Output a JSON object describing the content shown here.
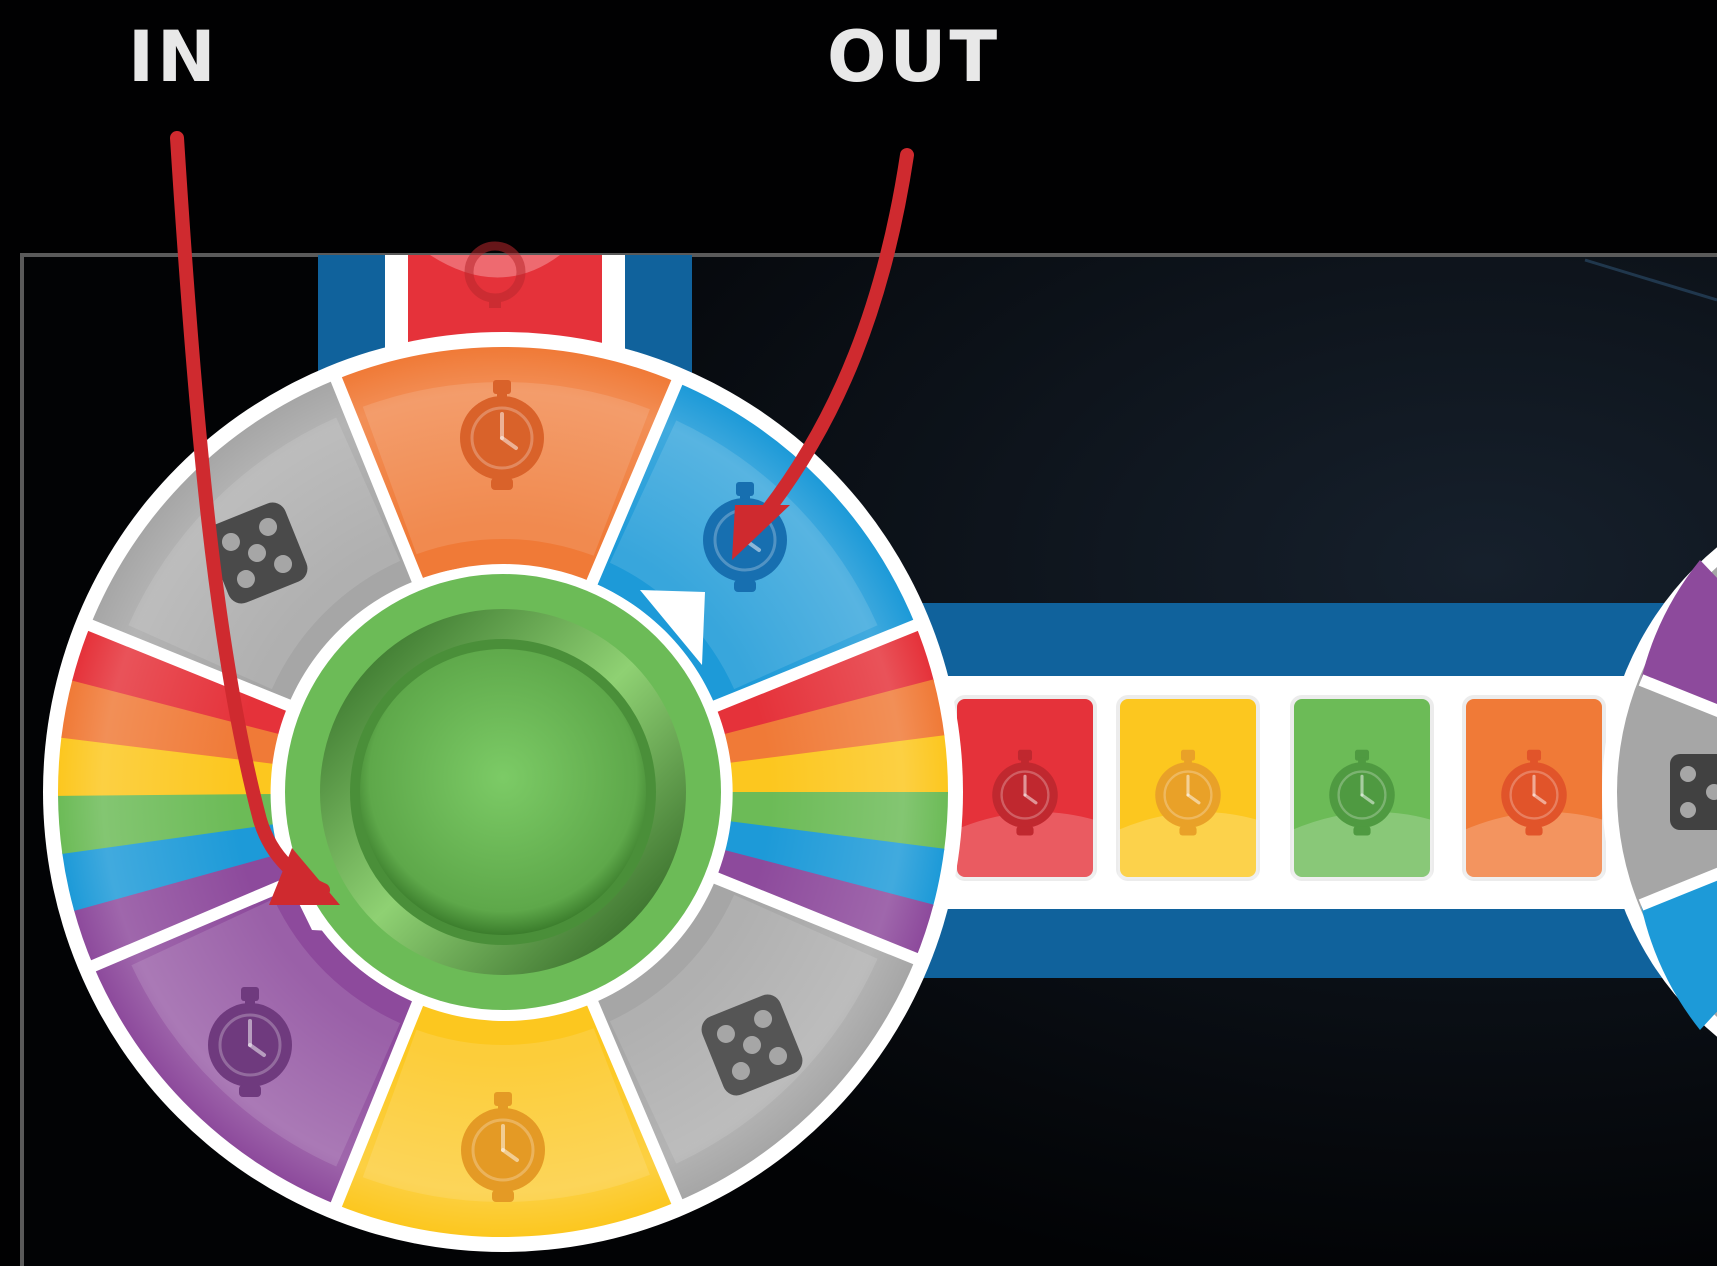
{
  "callouts": {
    "in_label": "IN",
    "out_label": "OUT"
  },
  "colors": {
    "background": "#010102",
    "arrow": "#cf2a2f",
    "path_blue": "#10629c",
    "hub_green": "#6cbb57",
    "red": "#e5323a",
    "orange": "#f07a37",
    "yellow": "#fcc71f",
    "green": "#6cbb57",
    "blue": "#1d9ad8",
    "purple": "#8d4a9c",
    "grey": "#a6a6a6"
  },
  "wheel_spaces": [
    {
      "name": "orange-space",
      "color": "orange",
      "icon": "stopwatch-icon"
    },
    {
      "name": "blue-space",
      "color": "blue",
      "icon": "stopwatch-icon"
    },
    {
      "name": "rainbow-space-right",
      "color": "rainbow",
      "icon": "none"
    },
    {
      "name": "grey-space-right",
      "color": "grey",
      "icon": "dice-icon"
    },
    {
      "name": "yellow-space",
      "color": "yellow",
      "icon": "stopwatch-icon"
    },
    {
      "name": "purple-space",
      "color": "purple",
      "icon": "stopwatch-icon"
    },
    {
      "name": "rainbow-space-left",
      "color": "rainbow",
      "icon": "none"
    },
    {
      "name": "grey-space-left",
      "color": "grey",
      "icon": "dice-icon"
    }
  ],
  "track_tiles": [
    {
      "color": "red",
      "icon": "stopwatch-icon"
    },
    {
      "color": "yellow",
      "icon": "stopwatch-icon"
    },
    {
      "color": "green",
      "icon": "stopwatch-icon"
    },
    {
      "color": "orange",
      "icon": "stopwatch-icon"
    }
  ]
}
